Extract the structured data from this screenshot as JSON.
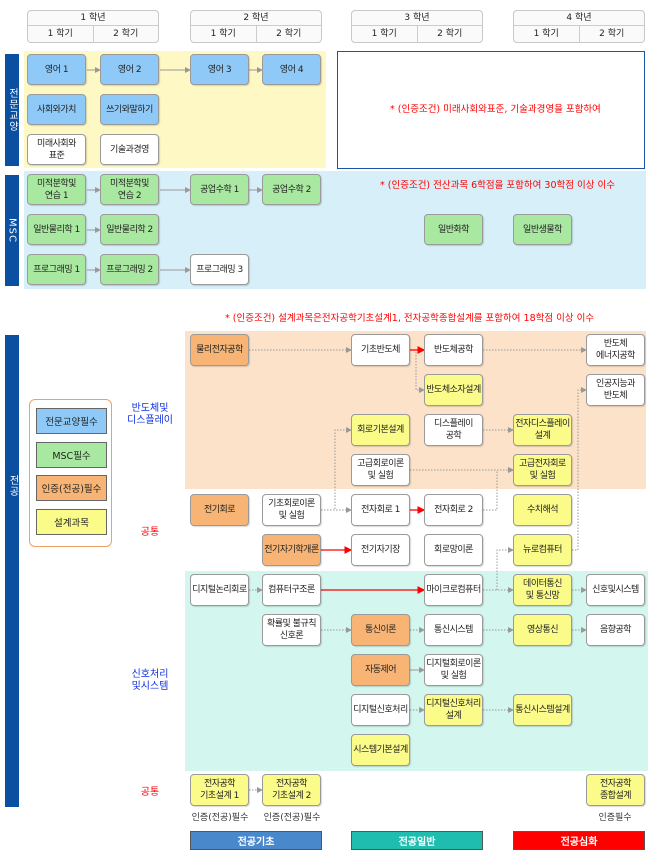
{
  "header": {
    "years": [
      {
        "label": "1 학년",
        "semesters": [
          "1 학기",
          "2 학기"
        ]
      },
      {
        "label": "2 학년",
        "semesters": [
          "1 학기",
          "2 학기"
        ]
      },
      {
        "label": "3 학년",
        "semesters": [
          "1 학기",
          "2 학기"
        ]
      },
      {
        "label": "4 학년",
        "semesters": [
          "1 학기",
          "2 학기"
        ]
      }
    ]
  },
  "sections": {
    "liberal": {
      "label": "전문교양",
      "note": "* (인증조건) 미래사회와표준, 기술과경영을 포함하여",
      "courses": [
        {
          "label": "영어 1",
          "type": "liberal"
        },
        {
          "label": "영어 2",
          "type": "liberal"
        },
        {
          "label": "영어 3",
          "type": "liberal"
        },
        {
          "label": "영어 4",
          "type": "liberal"
        },
        {
          "label": "사회와가치",
          "type": "liberal"
        },
        {
          "label": "쓰기와말하기",
          "type": "liberal"
        },
        {
          "label": "미래사회와\n표준",
          "type": "elective"
        },
        {
          "label": "기술과경영",
          "type": "elective"
        }
      ]
    },
    "msc": {
      "label": "MSC",
      "note": "* (인증조건) 전산과목 6학점을 포함하여 30학점 이상 이수",
      "courses": [
        {
          "label": "미적분학및\n연습 1",
          "type": "msc"
        },
        {
          "label": "미적분학및\n연습 2",
          "type": "msc"
        },
        {
          "label": "공업수학 1",
          "type": "msc"
        },
        {
          "label": "공업수학 2",
          "type": "msc"
        },
        {
          "label": "일반물리학 1",
          "type": "msc"
        },
        {
          "label": "일반물리학 2",
          "type": "msc"
        },
        {
          "label": "일반화학",
          "type": "msc"
        },
        {
          "label": "일반생물학",
          "type": "msc"
        },
        {
          "label": "프로그래밍 1",
          "type": "msc"
        },
        {
          "label": "프로그래밍 2",
          "type": "msc"
        },
        {
          "label": "프로그래밍 3",
          "type": "elective"
        }
      ]
    },
    "major": {
      "label": "전공",
      "note": "* (인증조건) 설계과목은전자공학기초설계1, 전자공학종합설계를 포함하여 18학점 이상 이수",
      "categories": [
        "반도체및\n디스플레이",
        "공통",
        "신호처리\n및시스템",
        "공통"
      ],
      "courses": [
        {
          "label": "물리전자공학",
          "type": "major"
        },
        {
          "label": "기초반도체",
          "type": "elective"
        },
        {
          "label": "반도체공학",
          "type": "elective"
        },
        {
          "label": "반도체\n에너지공학",
          "type": "elective"
        },
        {
          "label": "반도체소자설계",
          "type": "design"
        },
        {
          "label": "인공지능과\n반도체",
          "type": "elective"
        },
        {
          "label": "회로기본설계",
          "type": "design"
        },
        {
          "label": "디스플레이\n공학",
          "type": "elective"
        },
        {
          "label": "전자디스플레이\n설계",
          "type": "design"
        },
        {
          "label": "고급회로이론\n및 실험",
          "type": "elective"
        },
        {
          "label": "고급전자회로\n및 실험",
          "type": "design"
        },
        {
          "label": "전기회로",
          "type": "major"
        },
        {
          "label": "기초회로이론\n및 실험",
          "type": "elective"
        },
        {
          "label": "전자회로 1",
          "type": "elective"
        },
        {
          "label": "전자회로 2",
          "type": "elective"
        },
        {
          "label": "수치해석",
          "type": "design"
        },
        {
          "label": "전기자기학개론",
          "type": "major"
        },
        {
          "label": "전기자기장",
          "type": "elective"
        },
        {
          "label": "회로망이론",
          "type": "elective"
        },
        {
          "label": "뉴로컴퓨터",
          "type": "design"
        },
        {
          "label": "디지털논리회로",
          "type": "elective"
        },
        {
          "label": "컴퓨터구조론",
          "type": "elective"
        },
        {
          "label": "마이크로컴퓨터",
          "type": "elective"
        },
        {
          "label": "데이터통신\n및 통신망",
          "type": "design"
        },
        {
          "label": "신호및시스템",
          "type": "elective"
        },
        {
          "label": "확률및 불규칙\n신호론",
          "type": "elective"
        },
        {
          "label": "통신이론",
          "type": "major"
        },
        {
          "label": "통신시스템",
          "type": "elective"
        },
        {
          "label": "영상통신",
          "type": "design"
        },
        {
          "label": "음향공학",
          "type": "elective"
        },
        {
          "label": "자동제어",
          "type": "major"
        },
        {
          "label": "디지털회로이론\n및 실험",
          "type": "elective"
        },
        {
          "label": "디지털신호처리",
          "type": "elective"
        },
        {
          "label": "디지털신호처리\n설계",
          "type": "design"
        },
        {
          "label": "통신시스템설계",
          "type": "design"
        },
        {
          "label": "시스템기본설계",
          "type": "design"
        },
        {
          "label": "전자공학\n기초설계 1",
          "type": "design"
        },
        {
          "label": "전자공학\n기초설계 2",
          "type": "design"
        },
        {
          "label": "전자공학\n종합설계",
          "type": "design"
        }
      ],
      "requirement_labels": [
        "인증(전공)필수",
        "인증(전공)필수",
        "인증필수"
      ]
    }
  },
  "legend": [
    "전문교양필수",
    "MSC필수",
    "인증(전공)필수",
    "설계과목"
  ],
  "levels": [
    "전공기초",
    "전공일반",
    "전공심화"
  ],
  "colors": {
    "liberal": "#8ec9f7",
    "msc": "#a9e8a0",
    "major": "#f7b474",
    "design": "#fbfb8a",
    "level_basic": "#4a88cc",
    "level_general": "#1fbcb0",
    "level_advanced": "#ff0000"
  }
}
